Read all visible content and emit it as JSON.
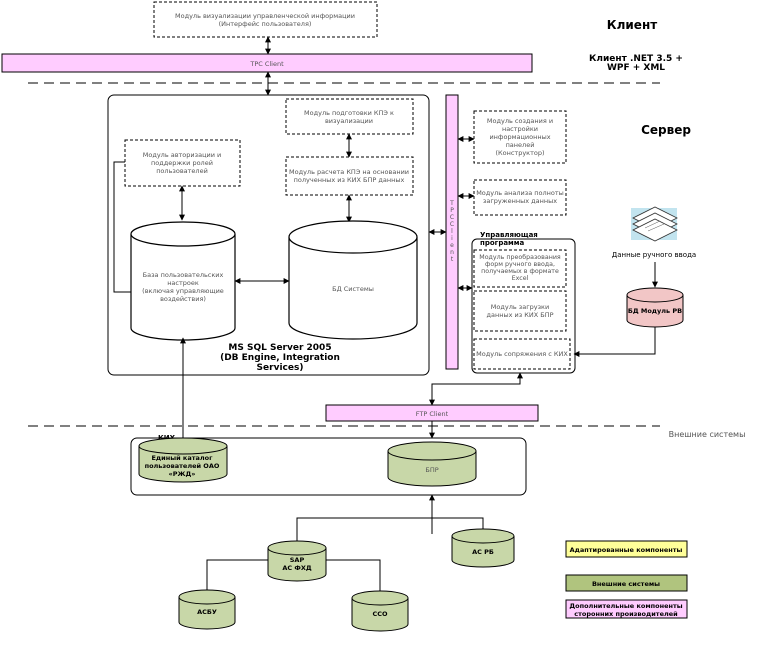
{
  "zones": {
    "client": "Клиент",
    "client_tech": [
      "Клиент .NET 3.5 +",
      "WPF + XML"
    ],
    "server": "Сервер",
    "external": "Внешние системы"
  },
  "modules": {
    "visualization": [
      "Модуль визуализации управленческой информации",
      "(Интерфейс пользователя)"
    ],
    "tpc_client_top": "TPC Client",
    "kpi_prep": [
      "Модуль подготовки КПЭ к",
      "визуализации"
    ],
    "auth": [
      "Модуль авторизации и",
      "поддержки ролей",
      "пользователей"
    ],
    "kpi_calc": [
      "Модуль расчета КПЭ на основании",
      "полученных из КИХ БПР данных"
    ],
    "user_db": [
      "База пользовательских",
      "настроек",
      "(включая управляющие",
      "воздействия)"
    ],
    "bd_system": "БД Системы",
    "ms_sql": [
      "MS SQL Server 2005",
      "(DB Engine, Integration",
      "Services)"
    ],
    "tpc_client_vertical": [
      "T",
      "P",
      "C",
      "C",
      "l",
      "i",
      "e",
      "n",
      "t"
    ],
    "constructor": [
      "Модуль создания и",
      "настройки",
      "информационных",
      "панелей",
      "(Конструктор)"
    ],
    "completeness": [
      "Модуль анализа полноты",
      "загруженных данных"
    ],
    "control_program": [
      "Управляющая",
      "программа"
    ],
    "excel_transform": [
      "Модуль преобразования",
      "форм ручного ввода,",
      "получаемых в формате",
      "Excel"
    ],
    "kih_load": [
      "Модуль загрузки",
      "данных из КИХ БПР"
    ],
    "kih_interface": "Модуль сопряжения с КИХ",
    "manual_input": "Данные ручного ввода",
    "bd_module_rv": "БД Модуль РВ",
    "ftp_client": "FTP Client",
    "kih": "КИХ",
    "unified_catalog": [
      "Единый каталог",
      "пользователей ОАО",
      "«РЖД»"
    ],
    "bpr": "БПР",
    "sap": [
      "SAP",
      "АС ФХД"
    ],
    "asrb": "АС РБ",
    "asbu": "АСБУ",
    "sso": "ССО"
  },
  "legend": {
    "adapted": "Адаптированные компоненты",
    "external": "Внешние системы",
    "third_party": [
      "Дополнительные компоненты",
      "сторонних производителей"
    ]
  },
  "colors": {
    "pink": "#ffccff",
    "yellow": "#ffff99",
    "green": "#c8d7a8",
    "green_dark": "#b0c47e",
    "rose": "#f2c6c6"
  }
}
